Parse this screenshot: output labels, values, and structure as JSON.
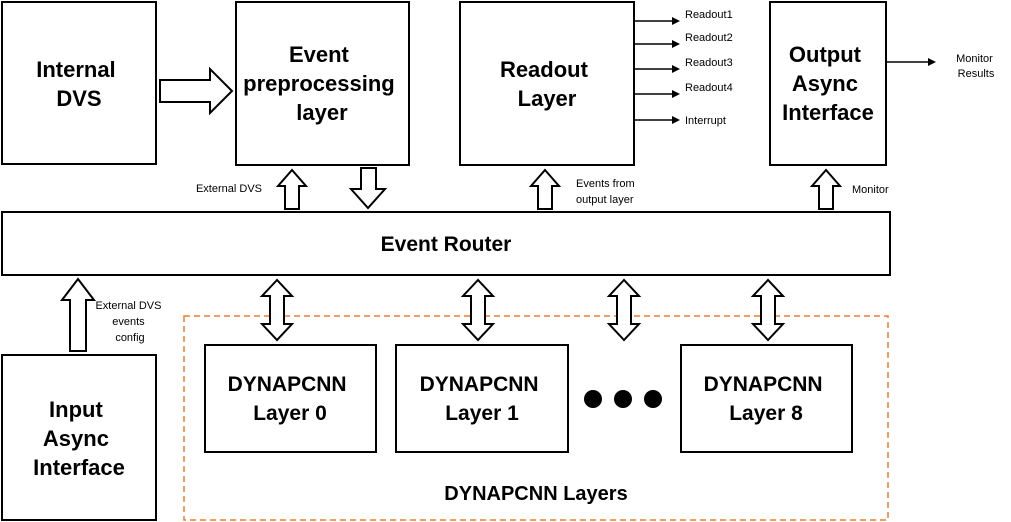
{
  "blocks": {
    "internal_dvs": [
      "Internal",
      "DVS"
    ],
    "event_preprocessing": [
      "Event",
      "preprocessing",
      "layer"
    ],
    "readout_layer": [
      "Readout",
      "Layer"
    ],
    "output_async": [
      "Output",
      "Async",
      "Interface"
    ],
    "event_router": "Event Router",
    "input_async": [
      "Input",
      "Async",
      "Interface"
    ],
    "dynapcnn_layers": [
      [
        "DYNAPCNN",
        "Layer 0"
      ],
      [
        "DYNAPCNN",
        "Layer 1"
      ],
      [
        "DYNAPCNN",
        "Layer 8"
      ]
    ],
    "dynapcnn_group_label": "DYNAPCNN Layers"
  },
  "labels": {
    "external_dvs": "External DVS",
    "events_from_output": [
      "Events from",
      "output layer"
    ],
    "monitor": "Monitor",
    "external_dvs_config": [
      "External DVS",
      "events",
      "config"
    ],
    "readouts": [
      "Readout1",
      "Readout2",
      "Readout3",
      "Readout4"
    ],
    "interrupt": "Interrupt",
    "monitor_results": [
      "Monitor",
      "Results"
    ]
  },
  "colors": {
    "stroke": "#000000",
    "group_border": "#ED7D31",
    "background": "#FFFFFF"
  }
}
